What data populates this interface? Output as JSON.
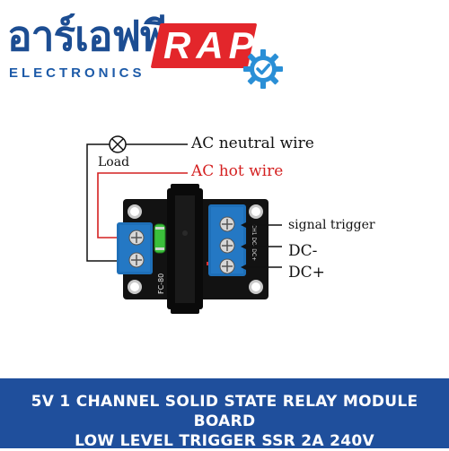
{
  "brand": {
    "thai_name": "อาร์เอฟพี",
    "badge": "RAP",
    "tagline": "ELECTRONICS",
    "icon": "gear-check-icon",
    "colors": {
      "blue": "#1c4d92",
      "red": "#e3262b",
      "gear": "#2a8fd6"
    }
  },
  "diagram": {
    "neutral_wire_label": "AC neutral wire",
    "hot_wire_label": "AC hot wire",
    "load_label": "Load",
    "signal_label": "signal  trigger",
    "dc_minus_label": "DC-",
    "dc_plus_label": "DC+",
    "board_marking": "FC-80",
    "pin_marks": "CH1 DC- DC+",
    "load_icon": "lamp-icon",
    "colors": {
      "hot_wire": "#d42020",
      "wire": "#111111",
      "terminal": "#1e6fb8",
      "board": "#111111"
    }
  },
  "footer": {
    "line1": "5V 1 CHANNEL SOLID STATE RELAY MODULE BOARD",
    "line2": "LOW LEVEL TRIGGER SSR 2A 240V",
    "background": "#1f4f9c"
  }
}
